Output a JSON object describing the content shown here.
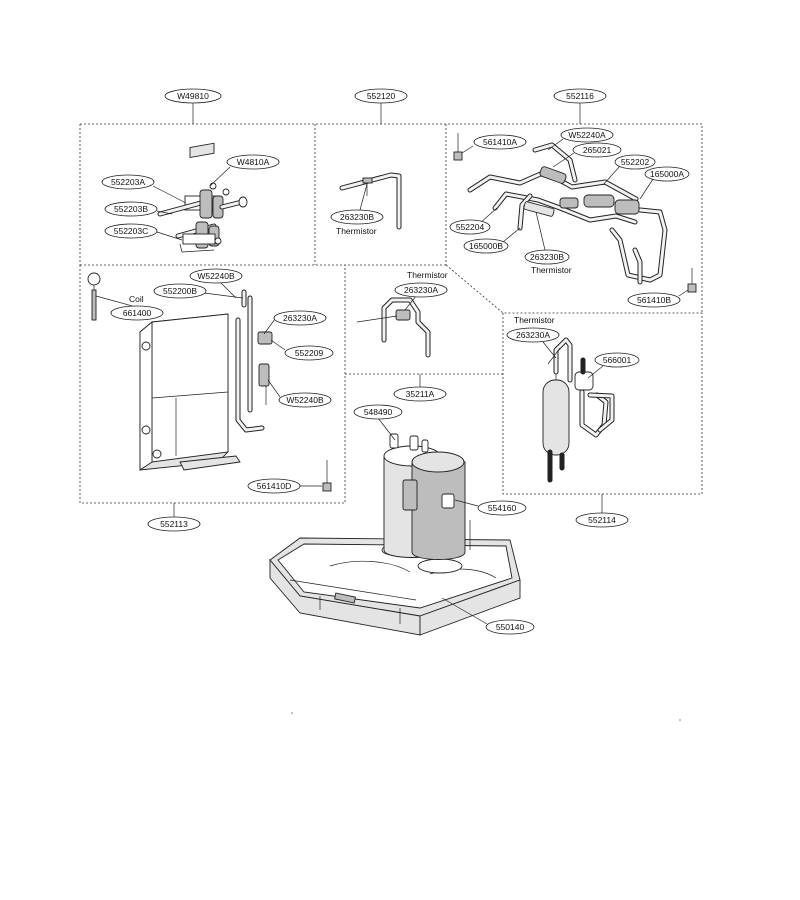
{
  "groups": {
    "g1": {
      "label": "W49810"
    },
    "g2": {
      "label": "552120"
    },
    "g3": {
      "label": "552116"
    },
    "g4": {
      "label": "552113"
    },
    "g5": {
      "label": "35211A"
    },
    "g6": {
      "label": "552114"
    }
  },
  "parts": {
    "w4810a": "W4810A",
    "p552203a": "552203A",
    "p552203b": "552203B",
    "p552203c": "552203C",
    "p263230b_top": "263230B",
    "p561410a": "561410A",
    "w52240a": "W52240A",
    "p265021": "265021",
    "p552202": "552202",
    "p165000a": "165000A",
    "p552204": "552204",
    "p165000b": "165000B",
    "p263230b_right": "263230B",
    "p561410b": "561410B",
    "w52240b_top": "W52240B",
    "p552200b": "552200B",
    "p661400": "661400",
    "p263230a_left": "263230A",
    "p552209": "552209",
    "w52240b_low": "W52240B",
    "p561410d": "561410D",
    "p263230a_mid": "263230A",
    "p263230a_right": "263230A",
    "p566001": "566001",
    "p548490": "548490",
    "p554160": "554160",
    "p550140": "550140"
  },
  "notes": {
    "thermistor_1": "Thermistor",
    "thermistor_2": "Thermistor",
    "thermistor_3": "Thermistor",
    "thermistor_4": "Thermistor",
    "coil": "Coil"
  }
}
